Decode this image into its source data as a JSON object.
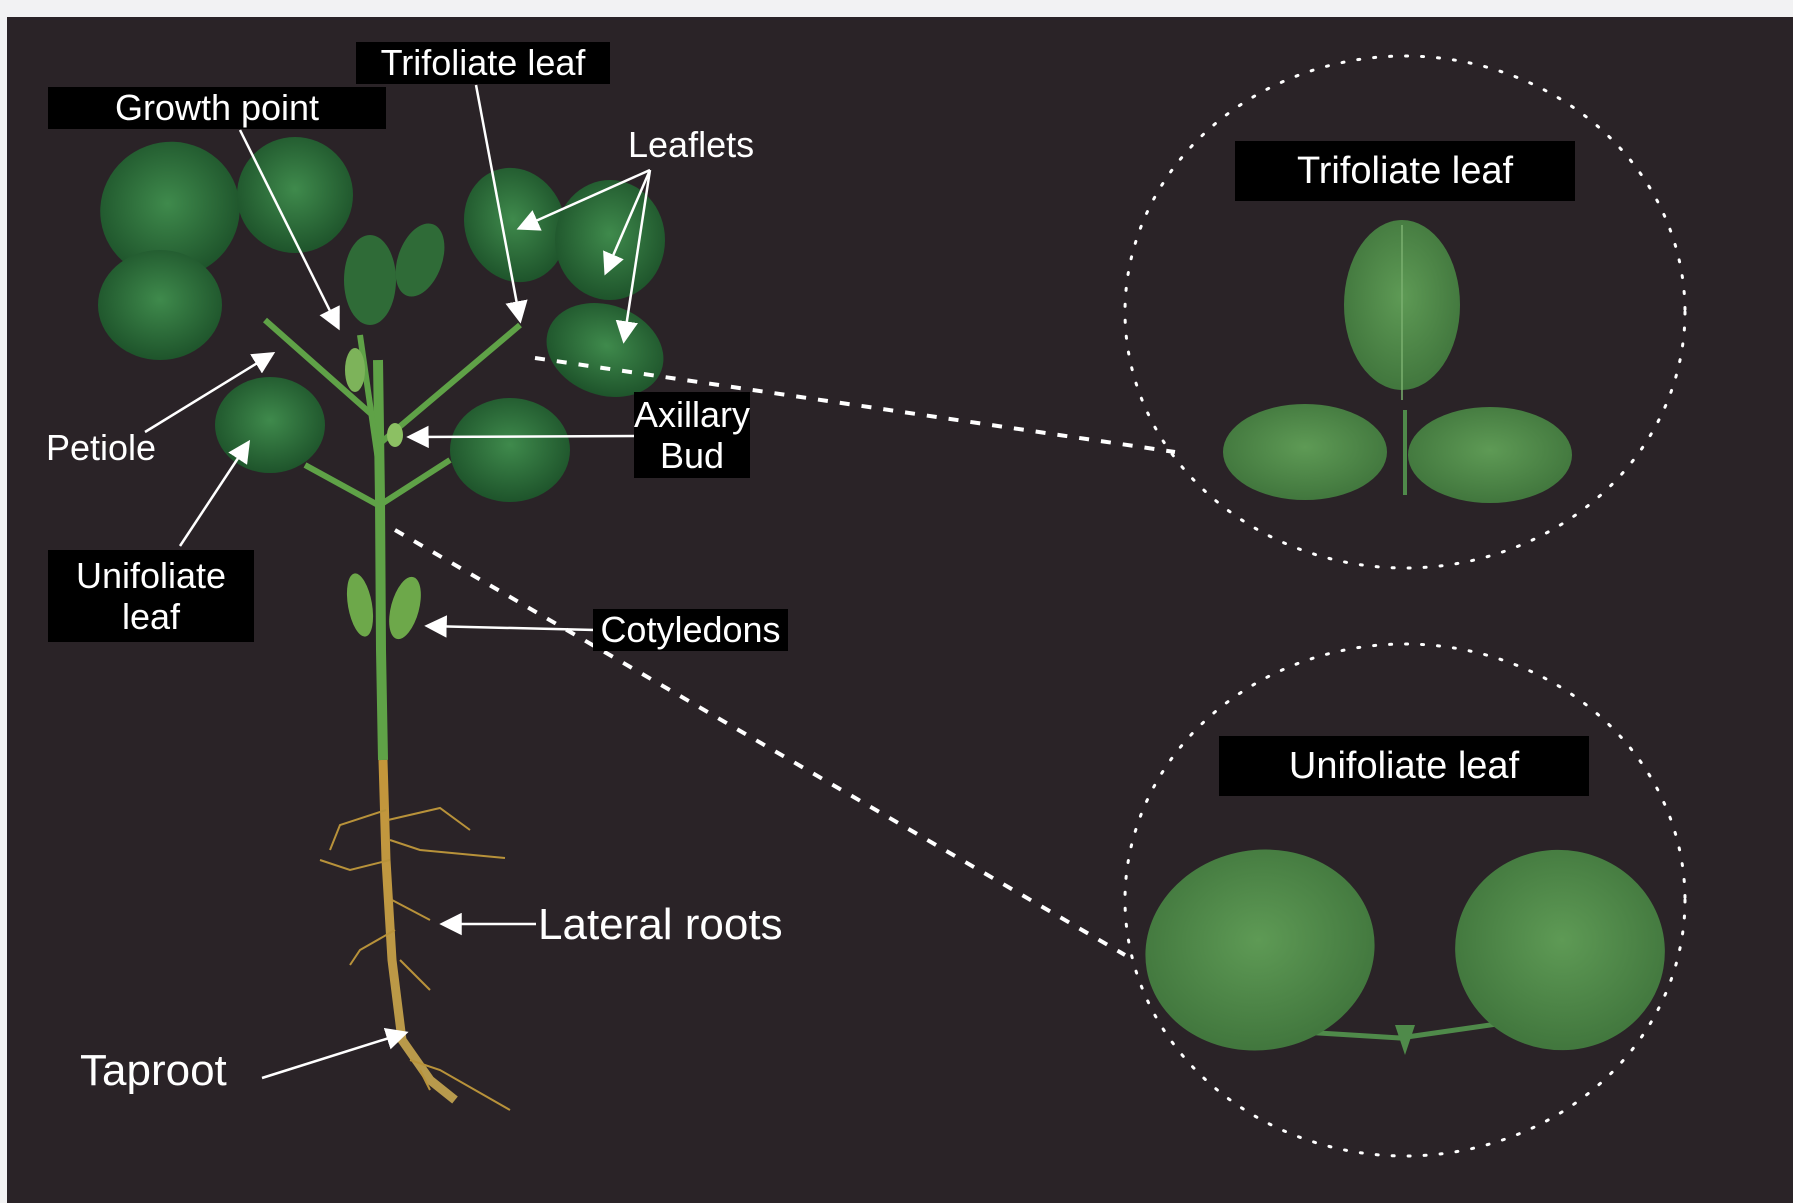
{
  "diagram": {
    "labels": {
      "growth_point": "Growth point",
      "trifoliate_leaf": "Trifoliate leaf",
      "leaflets": "Leaflets",
      "petiole": "Petiole",
      "axillary_bud_line1": "Axillary",
      "axillary_bud_line2": "Bud",
      "unifoliate_leaf_line1": "Unifoliate",
      "unifoliate_leaf_line2": "leaf",
      "cotyledons": "Cotyledons",
      "lateral_roots": "Lateral roots",
      "taproot": "Taproot"
    },
    "insets": {
      "trifoliate_title": "Trifoliate leaf",
      "unifoliate_title": "Unifoliate leaf"
    },
    "colors": {
      "background": "#2a2327",
      "leaf_dark": "#1f5a2e",
      "leaf_light": "#3f8a4c",
      "inset_leaf": "#4f8a4a",
      "root": "#b8923a",
      "label_box": "#000000",
      "text": "#ffffff"
    }
  }
}
